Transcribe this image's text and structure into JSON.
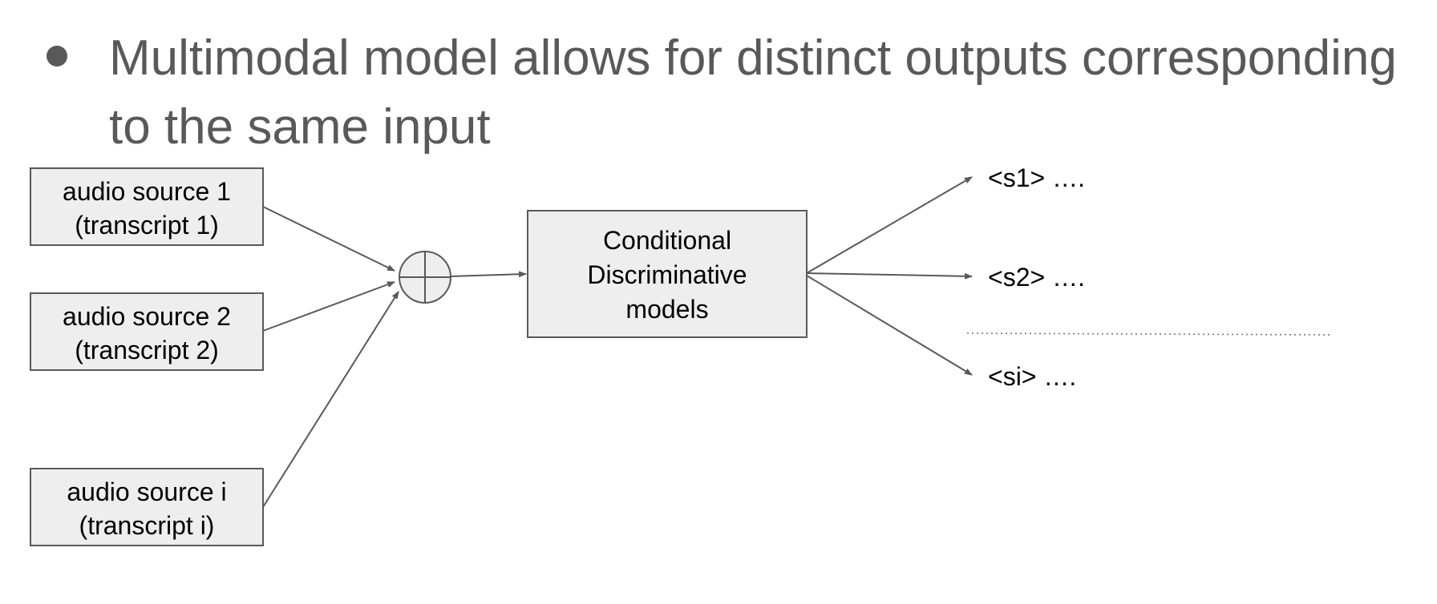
{
  "slide": {
    "bullet_text": "Multimodal model allows for distinct outputs corresponding to the same input"
  },
  "diagram": {
    "sources": [
      {
        "line1": "audio source 1",
        "line2": "(transcript 1)"
      },
      {
        "line1": "audio source 2",
        "line2": "(transcript 2)"
      },
      {
        "line1": "audio source i",
        "line2": "(transcript i)"
      }
    ],
    "sum_node": "⊕",
    "model": {
      "line1": "Conditional",
      "line2": "Discriminative",
      "line3": "models"
    },
    "outputs": [
      {
        "label": "<s1> …."
      },
      {
        "label": "<s2> …."
      },
      {
        "label": "<si> …."
      }
    ]
  },
  "colors": {
    "bullet_text": "#595959",
    "box_fill": "#eeeeee",
    "box_stroke": "#595959",
    "arrow": "#595959"
  }
}
